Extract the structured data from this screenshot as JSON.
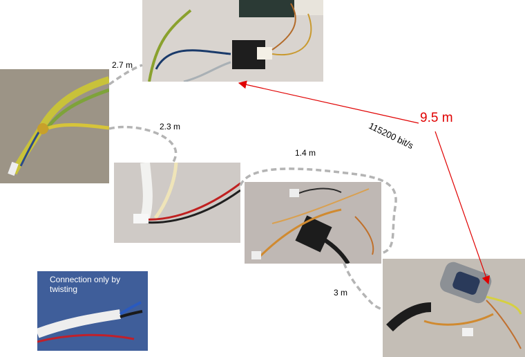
{
  "segments": {
    "seg1": "2.7 m",
    "seg2": "2.3 m",
    "seg3": "1.4 m",
    "seg4": "3 m"
  },
  "total_length": "9.5 m",
  "baud_rate": "115200 bit/s",
  "inset_caption": "Connection only by twisting",
  "colors": {
    "arrow": "#e00000",
    "dashed_link": "#b4b4b4"
  }
}
